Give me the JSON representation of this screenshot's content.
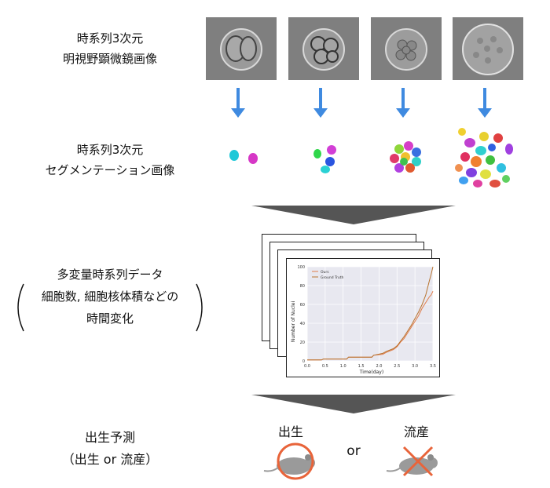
{
  "labels": {
    "row1_line1": "時系列3次元",
    "row1_line2": "明視野顕微鏡画像",
    "row2_line1": "時系列3次元",
    "row2_line2": "セグメンテーション画像",
    "row3_line1": "多変量時系列データ",
    "row3_line2": "細胞数, 細胞核体積などの",
    "row3_line3": "時間変化",
    "row4_line1": "出生予測",
    "row4_line2": "（出生 or 流産）"
  },
  "outcomes": {
    "birth": "出生",
    "or": "or",
    "miscarriage": "流産"
  },
  "colors": {
    "arrow": "#3f8ae0",
    "triangle": "#555555",
    "circle": "#e8643a",
    "mouse": "#9a9a9a"
  },
  "chart_data": {
    "type": "line",
    "title": "",
    "xlabel": "Time(day)",
    "ylabel": "Number of Nuclei",
    "xlim": [
      0.0,
      3.5
    ],
    "ylim": [
      0,
      100
    ],
    "xticks": [
      "0.0",
      "0.5",
      "1.0",
      "1.5",
      "2.0",
      "2.5",
      "3.0",
      "3.5"
    ],
    "yticks": [
      "0",
      "20",
      "40",
      "60",
      "80",
      "100"
    ],
    "legend": [
      "Ours",
      "Ground Truth"
    ],
    "legend_position": "top-left",
    "grid": true,
    "series": [
      {
        "name": "Ours",
        "color": "#e07c4a",
        "x": [
          0.0,
          0.4,
          0.45,
          1.1,
          1.15,
          1.8,
          1.85,
          2.1,
          2.2,
          2.4,
          2.5,
          2.6,
          2.7,
          2.8,
          2.9,
          3.0,
          3.1,
          3.2,
          3.3,
          3.4,
          3.45,
          3.5
        ],
        "y": [
          1,
          1,
          2,
          2,
          4,
          4,
          6,
          7,
          9,
          12,
          15,
          20,
          24,
          30,
          36,
          42,
          48,
          56,
          62,
          68,
          70,
          74
        ]
      },
      {
        "name": "Ground Truth",
        "color": "#b8732f",
        "x": [
          0.0,
          0.4,
          0.45,
          1.1,
          1.15,
          1.8,
          1.85,
          2.1,
          2.2,
          2.4,
          2.5,
          2.6,
          2.7,
          2.8,
          2.9,
          3.0,
          3.1,
          3.2,
          3.3,
          3.4,
          3.45,
          3.5
        ],
        "y": [
          1,
          1,
          2,
          2,
          4,
          4,
          6,
          8,
          10,
          13,
          16,
          21,
          26,
          32,
          38,
          45,
          52,
          60,
          70,
          85,
          92,
          100
        ]
      }
    ]
  }
}
